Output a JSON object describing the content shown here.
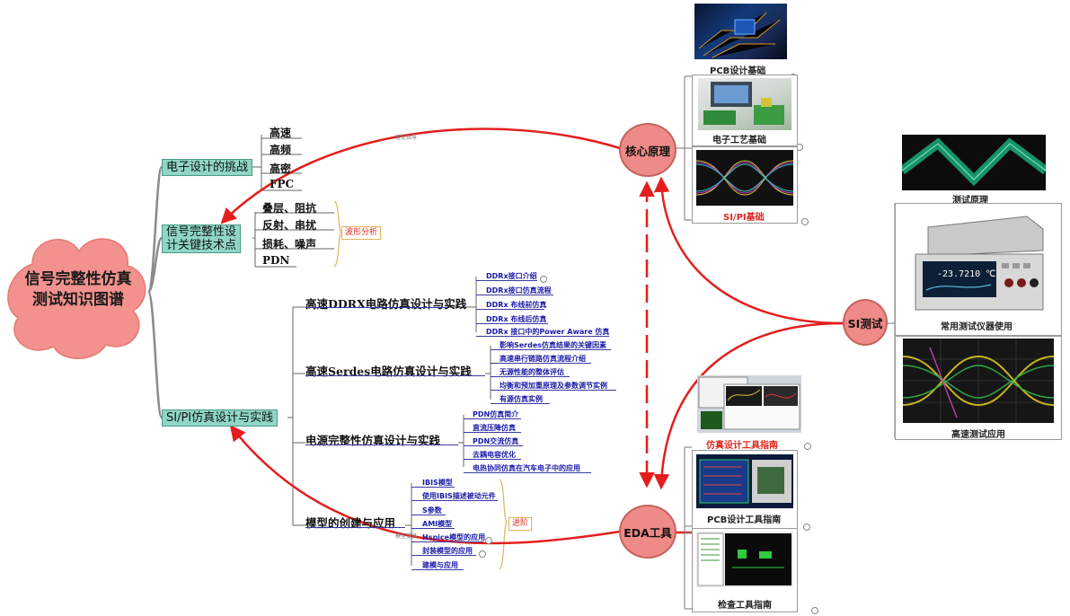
{
  "root": {
    "line1": "信号完整性仿真",
    "line2": "测试知识图谱"
  },
  "branches": {
    "challenge": "电子设计的挑战",
    "key_line1": "信号完整性设",
    "key_line2": "计关键技术点",
    "practice": "SI/PI仿真设计与实践"
  },
  "challenge_items": [
    "高速",
    "高频",
    "高密",
    "FPC"
  ],
  "key_items": [
    "叠层、阻抗",
    "反射、串扰",
    "损耗、噪声",
    "PDN"
  ],
  "tags": {
    "wave": "波形分析",
    "advanced": "进阶"
  },
  "sections": {
    "ddr": "高速DDRX电路仿真设计与实践",
    "serdes": "高速Serdes电路仿真设计与实践",
    "power": "电源完整性仿真设计与实践",
    "model": "模型的创建与应用"
  },
  "ddr_items": [
    "DDRx接口介绍",
    "DDRx接口仿真流程",
    "DDRx 布线前仿真",
    "DDRx 布线后仿真",
    "DDRx 接口中的Power Aware 仿真"
  ],
  "serdes_items": [
    "影响Serdes仿真结果的关键因素",
    "高速串行链路仿真流程介绍",
    "无源性能的整体评估",
    "均衡和预加重原理及参数调节实例",
    "有源仿真实例"
  ],
  "power_items": [
    "PDN仿真简介",
    "直流压降仿真",
    "PDN交流仿真",
    "去耦电容优化",
    "电热协同仿真在汽车电子中的应用"
  ],
  "model_items": [
    "IBIS模型",
    "使用IBIS描述被动元件",
    "S参数",
    "AMI模型",
    "Hspice模型的应用",
    "封装模型的应用",
    "建模与应用"
  ],
  "hubs": {
    "core": "核心原理",
    "eda": "EDA工具",
    "si": "SI测试"
  },
  "cards": {
    "pcb_basic": "PCB设计基础",
    "craft": "电子工艺基础",
    "sipi": "SI/PI基础",
    "sim_tool": "仿真设计工具指南",
    "pcb_tool": "PCB设计工具指南",
    "check_tool": "检查工具指南",
    "test_principle": "测试原理",
    "instrument": "常用测试仪器使用",
    "hs_test": "高速测试应用"
  },
  "instrument_reading": "-23.7210 ℃",
  "labels": {
    "arrow_note": "理论指导",
    "model_note": "模型提供"
  },
  "colors": {
    "arrow": "#e41e1e",
    "hub": "#ee8a87",
    "branch": "#8fd6c8",
    "leaf_text": "#1a1aa8",
    "tag_text": "#e0271f"
  }
}
